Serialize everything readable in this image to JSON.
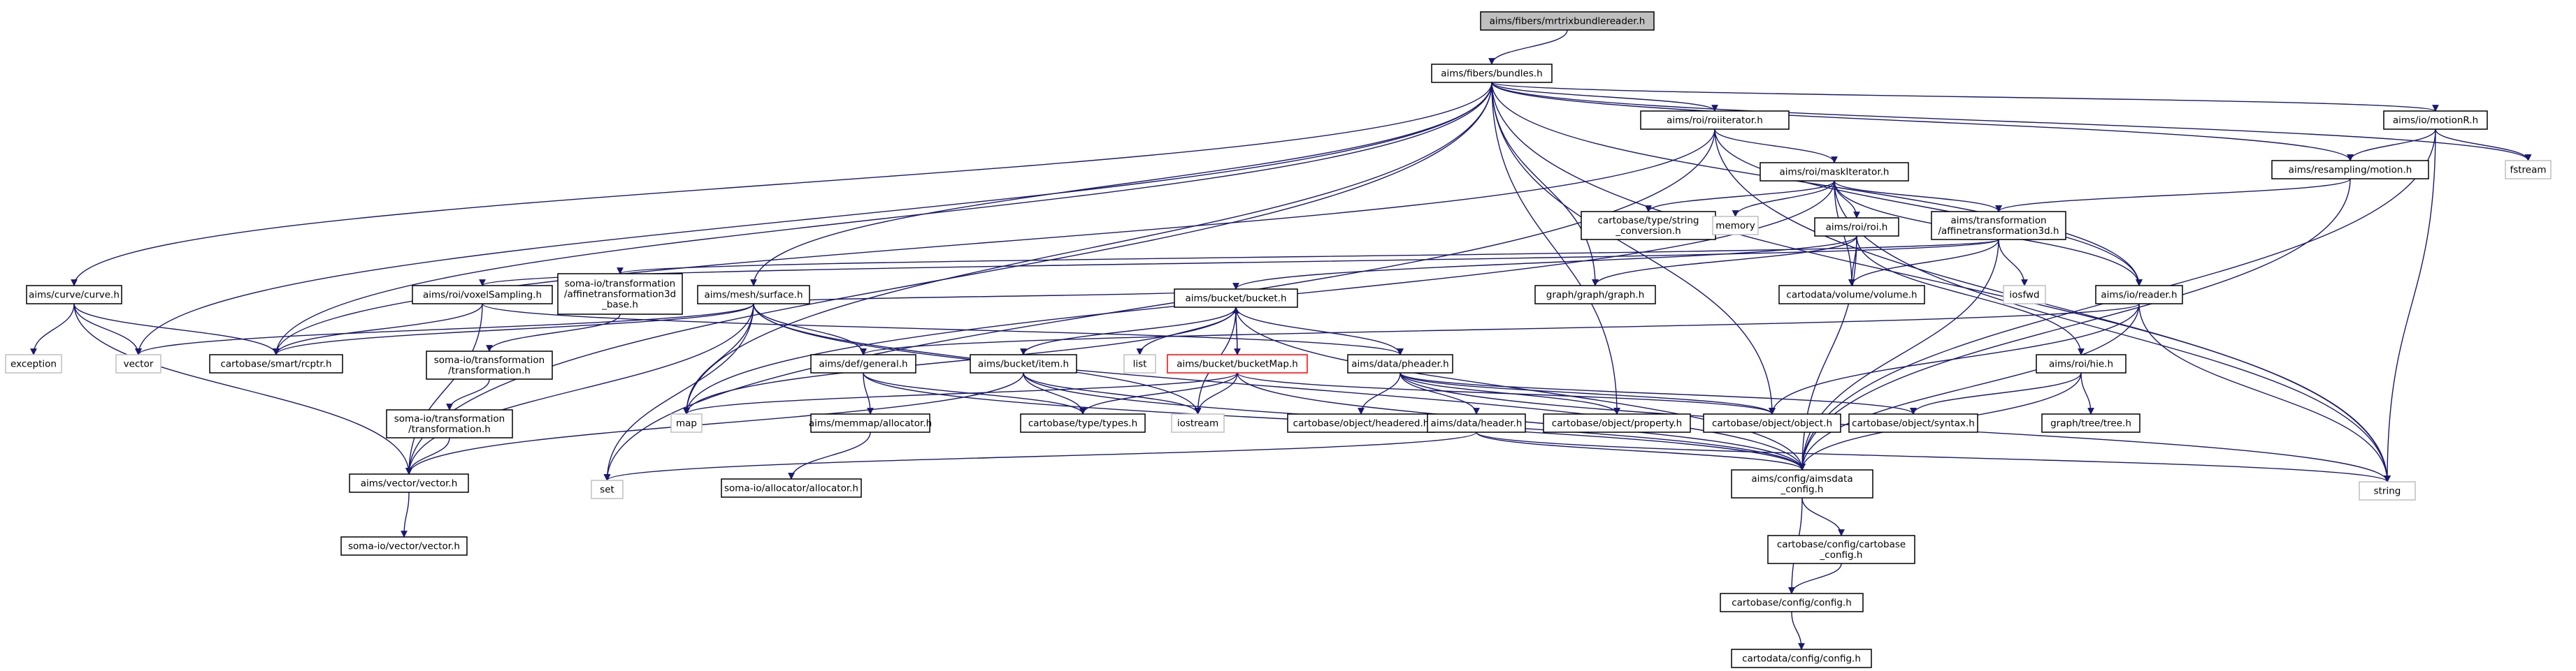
{
  "nodes": [
    {
      "id": "n0",
      "label": [
        "aims/fibers/mrtrixbundlereader.h"
      ],
      "style": "root"
    },
    {
      "id": "n1",
      "label": [
        "aims/fibers/bundles.h"
      ],
      "style": "normal"
    },
    {
      "id": "n2",
      "label": [
        "aims/roi/roiiterator.h"
      ],
      "style": "normal"
    },
    {
      "id": "n3",
      "label": [
        "aims/io/motionR.h"
      ],
      "style": "normal"
    },
    {
      "id": "n4",
      "label": [
        "aims/resampling/motion.h"
      ],
      "style": "normal"
    },
    {
      "id": "n5",
      "label": [
        "fstream"
      ],
      "style": "system"
    },
    {
      "id": "n6",
      "label": [
        "aims/roi/maskIterator.h"
      ],
      "style": "normal"
    },
    {
      "id": "n7",
      "label": [
        "cartobase/type/string",
        "_conversion.h"
      ],
      "style": "normal"
    },
    {
      "id": "n8",
      "label": [
        "memory"
      ],
      "style": "system"
    },
    {
      "id": "n9",
      "label": [
        "aims/roi/roi.h"
      ],
      "style": "normal"
    },
    {
      "id": "n10",
      "label": [
        "aims/transformation",
        "/affinetransformation3d.h"
      ],
      "style": "normal"
    },
    {
      "id": "n11",
      "label": [
        "aims/curve/curve.h"
      ],
      "style": "normal"
    },
    {
      "id": "n12",
      "label": [
        "aims/roi/voxelSampling.h"
      ],
      "style": "normal"
    },
    {
      "id": "n13",
      "label": [
        "soma-io/transformation",
        "/affinetransformation3d",
        "_base.h"
      ],
      "style": "normal"
    },
    {
      "id": "n14",
      "label": [
        "aims/mesh/surface.h"
      ],
      "style": "normal"
    },
    {
      "id": "n15",
      "label": [
        "graph/graph/graph.h"
      ],
      "style": "normal"
    },
    {
      "id": "n16",
      "label": [
        "cartodata/volume/volume.h"
      ],
      "style": "normal"
    },
    {
      "id": "n17",
      "label": [
        "iosfwd"
      ],
      "style": "system"
    },
    {
      "id": "n18",
      "label": [
        "aims/io/reader.h"
      ],
      "style": "normal"
    },
    {
      "id": "n19",
      "label": [
        "exception"
      ],
      "style": "system"
    },
    {
      "id": "n20",
      "label": [
        "vector"
      ],
      "style": "system"
    },
    {
      "id": "n21",
      "label": [
        "cartobase/smart/rcptr.h"
      ],
      "style": "normal"
    },
    {
      "id": "n22",
      "label": [
        "soma-io/transformation",
        "/transformation.h"
      ],
      "style": "normal"
    },
    {
      "id": "n23",
      "label": [
        "aims/bucket/bucket.h"
      ],
      "style": "normal"
    },
    {
      "id": "n24",
      "label": [
        "list"
      ],
      "style": "system"
    },
    {
      "id": "n25",
      "label": [
        "aims/bucket/bucketMap.h"
      ],
      "style": "red"
    },
    {
      "id": "n26",
      "label": [
        "aims/bucket/item.h"
      ],
      "style": "normal"
    },
    {
      "id": "n27",
      "label": [
        "aims/def/general.h"
      ],
      "style": "normal"
    },
    {
      "id": "n28",
      "label": [
        "aims/data/pheader.h"
      ],
      "style": "normal"
    },
    {
      "id": "n29",
      "label": [
        "aims/roi/hie.h"
      ],
      "style": "normal"
    },
    {
      "id": "n30",
      "label": [
        "soma-io/transformation",
        "/transformation.h"
      ],
      "style": "normal"
    },
    {
      "id": "n31",
      "label": [
        "map"
      ],
      "style": "system"
    },
    {
      "id": "n32",
      "label": [
        "cartobase/type/types.h"
      ],
      "style": "normal"
    },
    {
      "id": "n33",
      "label": [
        "iostream"
      ],
      "style": "system"
    },
    {
      "id": "n34",
      "label": [
        "cartobase/object/headered.h"
      ],
      "style": "normal"
    },
    {
      "id": "n35",
      "label": [
        "cartobase/object/property.h"
      ],
      "style": "normal"
    },
    {
      "id": "n36",
      "label": [
        "cartobase/object/object.h"
      ],
      "style": "normal"
    },
    {
      "id": "n37",
      "label": [
        "cartobase/object/syntax.h"
      ],
      "style": "normal"
    },
    {
      "id": "n38",
      "label": [
        "graph/tree/tree.h"
      ],
      "style": "normal"
    },
    {
      "id": "n39",
      "label": [
        "aims/memmap/allocator.h"
      ],
      "style": "normal"
    },
    {
      "id": "n40",
      "label": [
        "aims/data/header.h"
      ],
      "style": "normal"
    },
    {
      "id": "n41",
      "label": [
        "aims/vector/vector.h"
      ],
      "style": "normal"
    },
    {
      "id": "n42",
      "label": [
        "set"
      ],
      "style": "system"
    },
    {
      "id": "n43",
      "label": [
        "soma-io/allocator/allocator.h"
      ],
      "style": "normal"
    },
    {
      "id": "n44",
      "label": [
        "aims/config/aimsdata",
        "_config.h"
      ],
      "style": "normal"
    },
    {
      "id": "n45",
      "label": [
        "string"
      ],
      "style": "system"
    },
    {
      "id": "n46",
      "label": [
        "soma-io/vector/vector.h"
      ],
      "style": "normal"
    },
    {
      "id": "n47",
      "label": [
        "cartobase/config/cartobase",
        "_config.h"
      ],
      "style": "normal"
    },
    {
      "id": "n48",
      "label": [
        "cartobase/config/config.h"
      ],
      "style": "normal"
    },
    {
      "id": "n49",
      "label": [
        "cartodata/config/config.h"
      ],
      "style": "normal"
    }
  ],
  "edges": [
    [
      "n0",
      "n1"
    ],
    [
      "n1",
      "n2"
    ],
    [
      "n1",
      "n3"
    ],
    [
      "n1",
      "n4"
    ],
    [
      "n1",
      "n5"
    ],
    [
      "n1",
      "n45"
    ],
    [
      "n1",
      "n11"
    ],
    [
      "n1",
      "n14"
    ],
    [
      "n1",
      "n20"
    ],
    [
      "n1",
      "n21"
    ],
    [
      "n1",
      "n41"
    ],
    [
      "n1",
      "n31"
    ],
    [
      "n1",
      "n15"
    ],
    [
      "n1",
      "n35"
    ],
    [
      "n1",
      "n36"
    ],
    [
      "n1",
      "n18"
    ],
    [
      "n2",
      "n6"
    ],
    [
      "n2",
      "n18"
    ],
    [
      "n2",
      "n21"
    ],
    [
      "n2",
      "n42"
    ],
    [
      "n2",
      "n45"
    ],
    [
      "n3",
      "n4"
    ],
    [
      "n3",
      "n5"
    ],
    [
      "n3",
      "n45"
    ],
    [
      "n3",
      "n44"
    ],
    [
      "n4",
      "n10"
    ],
    [
      "n4",
      "n44"
    ],
    [
      "n6",
      "n7"
    ],
    [
      "n6",
      "n8"
    ],
    [
      "n6",
      "n9"
    ],
    [
      "n6",
      "n10"
    ],
    [
      "n6",
      "n16"
    ],
    [
      "n6",
      "n18"
    ],
    [
      "n6",
      "n31"
    ],
    [
      "n6",
      "n45"
    ],
    [
      "n9",
      "n15"
    ],
    [
      "n9",
      "n16"
    ],
    [
      "n9",
      "n23"
    ],
    [
      "n9",
      "n29"
    ],
    [
      "n9",
      "n44"
    ],
    [
      "n10",
      "n12"
    ],
    [
      "n10",
      "n13"
    ],
    [
      "n10",
      "n16"
    ],
    [
      "n10",
      "n17"
    ],
    [
      "n10",
      "n44"
    ],
    [
      "n11",
      "n19"
    ],
    [
      "n11",
      "n20"
    ],
    [
      "n11",
      "n21"
    ],
    [
      "n11",
      "n41"
    ],
    [
      "n12",
      "n21"
    ],
    [
      "n12",
      "n28"
    ],
    [
      "n12",
      "n41"
    ],
    [
      "n13",
      "n22"
    ],
    [
      "n14",
      "n20"
    ],
    [
      "n14",
      "n21"
    ],
    [
      "n14",
      "n23"
    ],
    [
      "n14",
      "n27"
    ],
    [
      "n14",
      "n31"
    ],
    [
      "n14",
      "n33"
    ],
    [
      "n14",
      "n41"
    ],
    [
      "n14",
      "n42"
    ],
    [
      "n14",
      "n44"
    ],
    [
      "n18",
      "n27"
    ],
    [
      "n18",
      "n36"
    ],
    [
      "n18",
      "n44"
    ],
    [
      "n18",
      "n45"
    ],
    [
      "n22",
      "n30"
    ],
    [
      "n30",
      "n41"
    ],
    [
      "n23",
      "n24"
    ],
    [
      "n23",
      "n25"
    ],
    [
      "n23",
      "n26"
    ],
    [
      "n23",
      "n28"
    ],
    [
      "n23",
      "n31"
    ],
    [
      "n23",
      "n33"
    ],
    [
      "n23",
      "n44"
    ],
    [
      "n25",
      "n23"
    ],
    [
      "n25",
      "n31"
    ],
    [
      "n25",
      "n32"
    ],
    [
      "n25",
      "n33"
    ],
    [
      "n25",
      "n36"
    ],
    [
      "n25",
      "n44"
    ],
    [
      "n26",
      "n32"
    ],
    [
      "n26",
      "n33"
    ],
    [
      "n26",
      "n41"
    ],
    [
      "n26",
      "n44"
    ],
    [
      "n27",
      "n32"
    ],
    [
      "n27",
      "n39"
    ],
    [
      "n27",
      "n44"
    ],
    [
      "n28",
      "n34"
    ],
    [
      "n28",
      "n35"
    ],
    [
      "n28",
      "n36"
    ],
    [
      "n28",
      "n37"
    ],
    [
      "n28",
      "n40"
    ],
    [
      "n28",
      "n45"
    ],
    [
      "n29",
      "n37"
    ],
    [
      "n29",
      "n38"
    ],
    [
      "n29",
      "n44"
    ],
    [
      "n39",
      "n43"
    ],
    [
      "n40",
      "n42"
    ],
    [
      "n40",
      "n44"
    ],
    [
      "n40",
      "n45"
    ],
    [
      "n41",
      "n46"
    ],
    [
      "n44",
      "n47"
    ],
    [
      "n44",
      "n48"
    ],
    [
      "n47",
      "n48"
    ],
    [
      "n48",
      "n49"
    ]
  ]
}
